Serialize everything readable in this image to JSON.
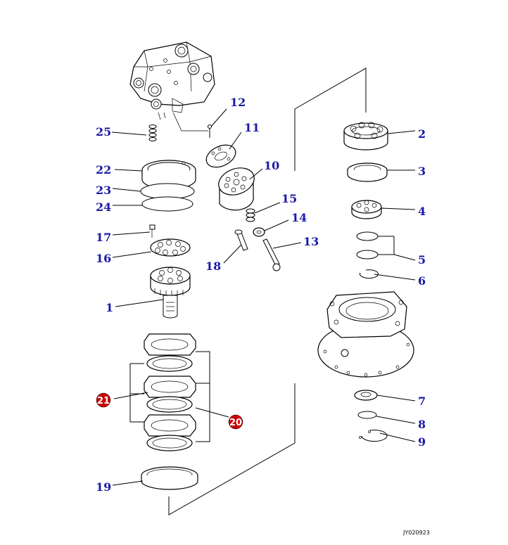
{
  "labels": {
    "p1": "1",
    "p2": "2",
    "p3": "3",
    "p4": "4",
    "p5": "5",
    "p6": "6",
    "p7": "7",
    "p8": "8",
    "p9": "9",
    "p10": "10",
    "p11": "11",
    "p12": "12",
    "p13": "13",
    "p14": "14",
    "p15": "15",
    "p16": "16",
    "p17": "17",
    "p18": "18",
    "p19": "19",
    "p20": "20",
    "p21": "21",
    "p22": "22",
    "p23": "23",
    "p24": "24",
    "p25": "25"
  },
  "drawing_code": "JY020923",
  "colors": {
    "label": "#1a1aa6",
    "marker": "#cc0000",
    "line": "#000000"
  }
}
